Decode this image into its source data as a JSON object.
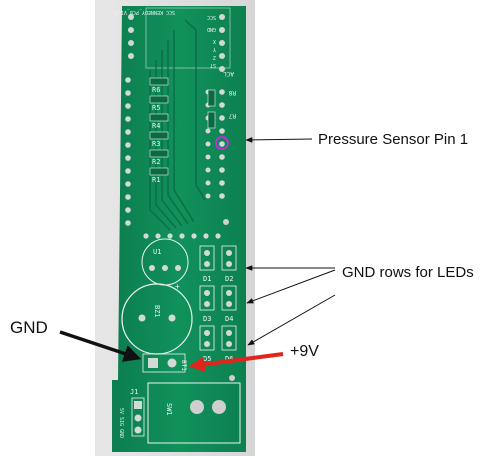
{
  "callouts": {
    "pressure_sensor": "Pressure Sensor Pin 1",
    "gnd_rows": "GND rows for LEDs",
    "gnd": "GND",
    "plus9v": "+9V"
  },
  "board": {
    "top_label": "SCC KENNEDY_PCB_V1.0",
    "resistors": [
      "R6",
      "R5",
      "R4",
      "R3",
      "R2",
      "R1"
    ],
    "right_resistors": [
      "R8",
      "R7"
    ],
    "top_pins": [
      "SCC",
      "GND",
      "X",
      "Y",
      "Z",
      "ST"
    ],
    "acl": "ACL",
    "u1": "U1",
    "bz1": "BZ1",
    "leds": [
      "D1",
      "D2",
      "D3",
      "D4",
      "D5",
      "D6"
    ],
    "bt1": "BT1",
    "j1": "J1",
    "j1_pins": "5V SIG GND",
    "sw1": "SW1",
    "plus": "+"
  },
  "colors": {
    "pcb": "#0f8a57",
    "pcb_dark": "#0b6b43",
    "silkscreen": "#e8f5ee",
    "red_arrow": "#e0261c",
    "black_arrow": "#111111",
    "marker": "#b832d6"
  }
}
